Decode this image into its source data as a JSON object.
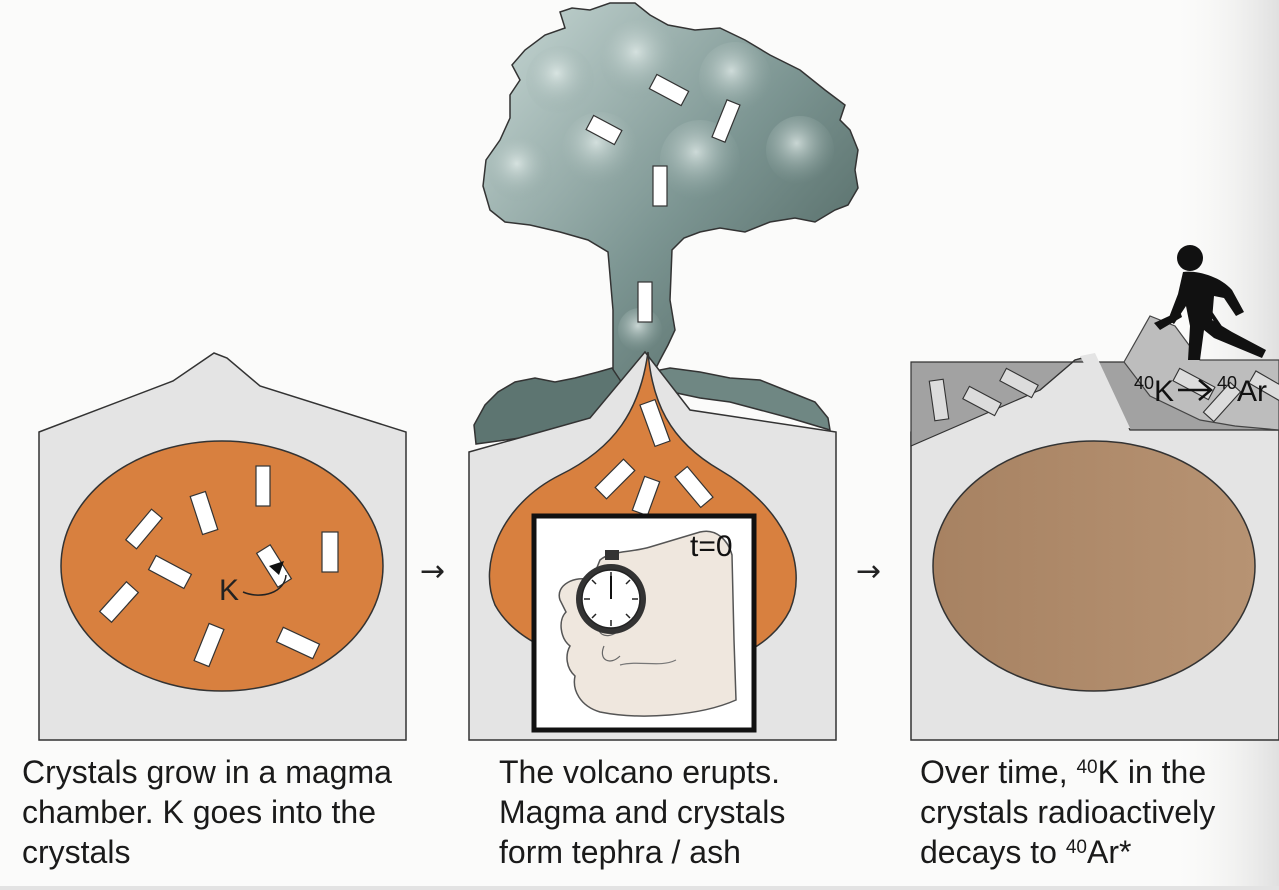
{
  "panels": [
    {
      "id": "chamber",
      "caption_lines": [
        "Crystals grow in a magma",
        "chamber. K goes into the",
        "crystals"
      ],
      "k_label": "K"
    },
    {
      "id": "eruption",
      "caption_lines": [
        "The volcano erupts.",
        "Magma and crystals",
        "form tephra / ash"
      ],
      "timer_label": "t=0"
    },
    {
      "id": "decay",
      "caption_line1_pre": "Over time, ",
      "caption_line1_sup": "40",
      "caption_line1_post": "K in the",
      "caption_line2": "crystals radioactively",
      "caption_line3_pre": "decays to ",
      "caption_line3_sup": "40",
      "caption_line3_post": "Ar*",
      "decay_from_sup": "40",
      "decay_from": "K",
      "decay_to_sup": "40",
      "decay_to": "Ar"
    }
  ],
  "arrows": [
    "→",
    "→"
  ],
  "colors": {
    "magma": "#d8803f",
    "cooled_magma": "#ad8a69",
    "volcano": "#e4e4e4",
    "tephra_layer": "#9c9c9c",
    "ash_cloud": "#6f8a86",
    "crystal": "#ffffff",
    "outline": "#333333"
  }
}
